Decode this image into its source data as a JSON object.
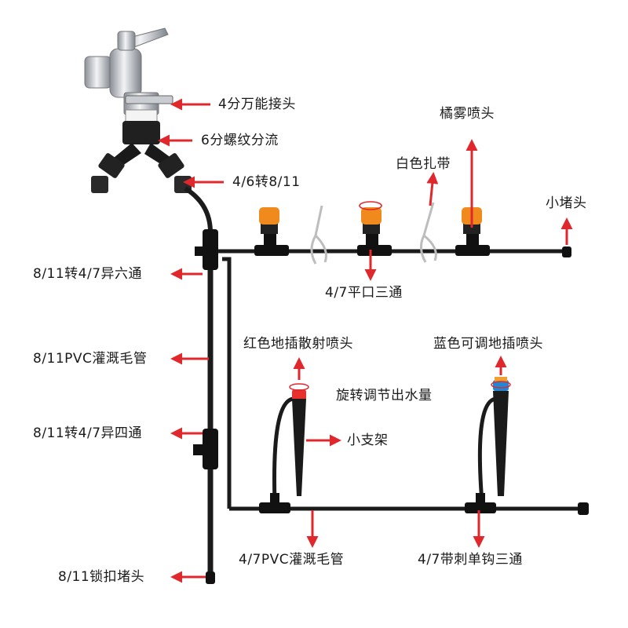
{
  "labels": {
    "universal_connector": "4分万能接头",
    "thread_splitter": "6分螺纹分流",
    "adapter": "4/6转8/11",
    "mist_nozzle": "橘雾喷头",
    "white_tie": "白色扎带",
    "end_plug": "小堵头",
    "six_way": "8/11转4/7异六通",
    "flat_tee": "4/7平口三通",
    "pvc_main_pipe": "8/11PVC灌溉毛管",
    "red_spray": "红色地插散射喷头",
    "blue_adjustable": "蓝色可调地插喷头",
    "rotate_adjust": "旋转调节出水量",
    "small_stand": "小支架",
    "four_way": "8/11转4/7异四通",
    "pvc_branch_pipe": "4/7PVC灌溉毛管",
    "barbed_tee": "4/7带刺单钩三通",
    "lock_plug": "8/11锁扣堵头"
  },
  "colors": {
    "arrow": "#e0282c",
    "pipe": "#1b1b1b",
    "nozzle_orange": "#f08a1c",
    "nozzle_blue": "#1e88d8",
    "nozzle_red": "#e8302c"
  }
}
